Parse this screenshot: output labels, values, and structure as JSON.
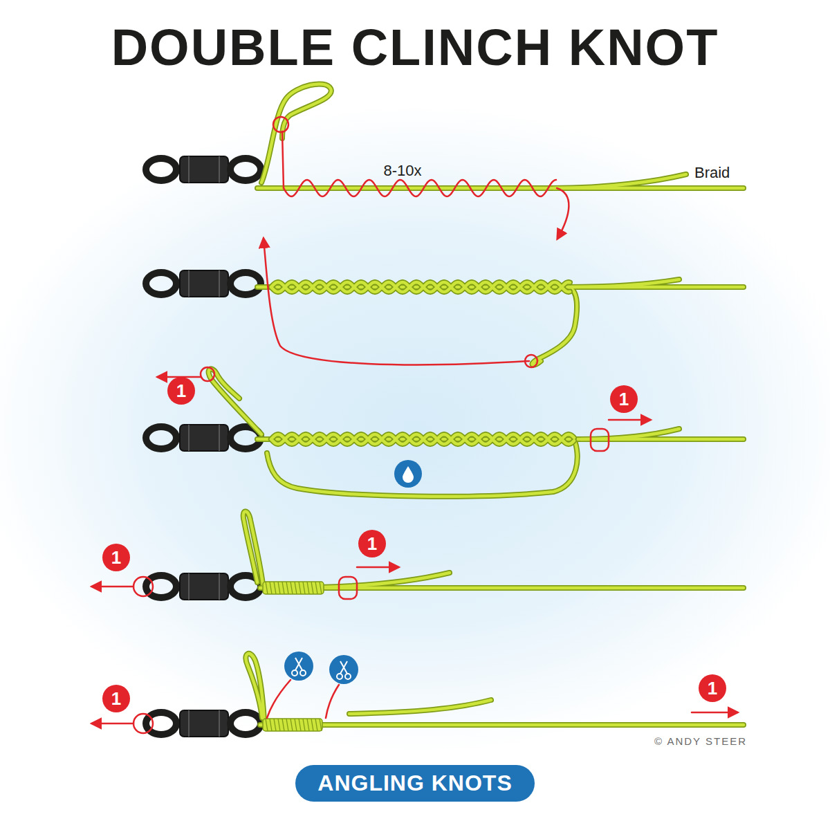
{
  "diagram": {
    "title": "DOUBLE CLINCH KNOT",
    "nodes": [
      {
        "text": [
          "ANGLING KNOTS"
        ]
      }
    ],
    "edges": [],
    "labels": [
      "8-10x",
      "Braid",
      "1",
      "1",
      "1",
      "1",
      "1",
      "1",
      "© ANDY STEER"
    ]
  }
}
